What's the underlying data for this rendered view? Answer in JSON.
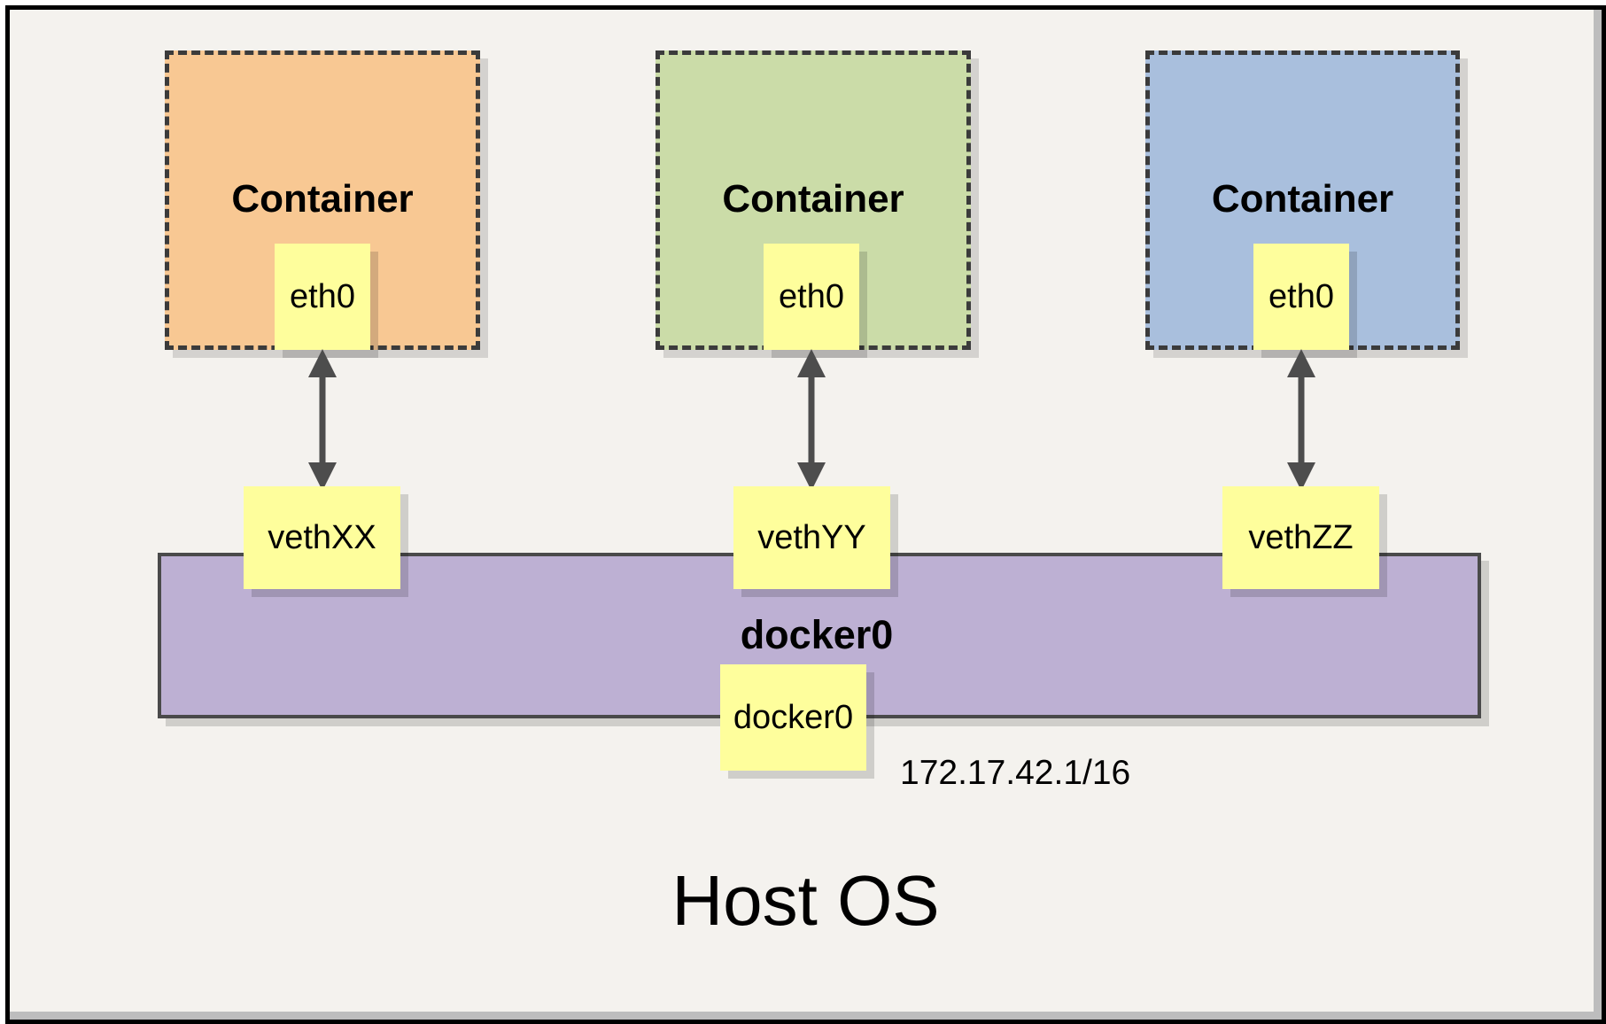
{
  "containers": [
    {
      "label": "Container",
      "interface_label": "eth0",
      "veth_label": "vethXX",
      "fill": "#F8C893"
    },
    {
      "label": "Container",
      "interface_label": "eth0",
      "veth_label": "vethYY",
      "fill": "#CBDCA8"
    },
    {
      "label": "Container",
      "interface_label": "eth0",
      "veth_label": "vethZZ",
      "fill": "#A9BFDD"
    }
  ],
  "bridge": {
    "label": "docker0",
    "interface_label": "docker0",
    "ip": "172.17.42.1/16",
    "fill": "#BDB0D3"
  },
  "host": {
    "label": "Host OS"
  },
  "colors": {
    "canvas_bg": "#F4F2EE",
    "note_yellow": "#FEFE9C",
    "arrow": "#4D4D4D",
    "dashed_border": "#3B3B3B",
    "frame_border": "#000000",
    "shadow": "#BDBDBD"
  }
}
